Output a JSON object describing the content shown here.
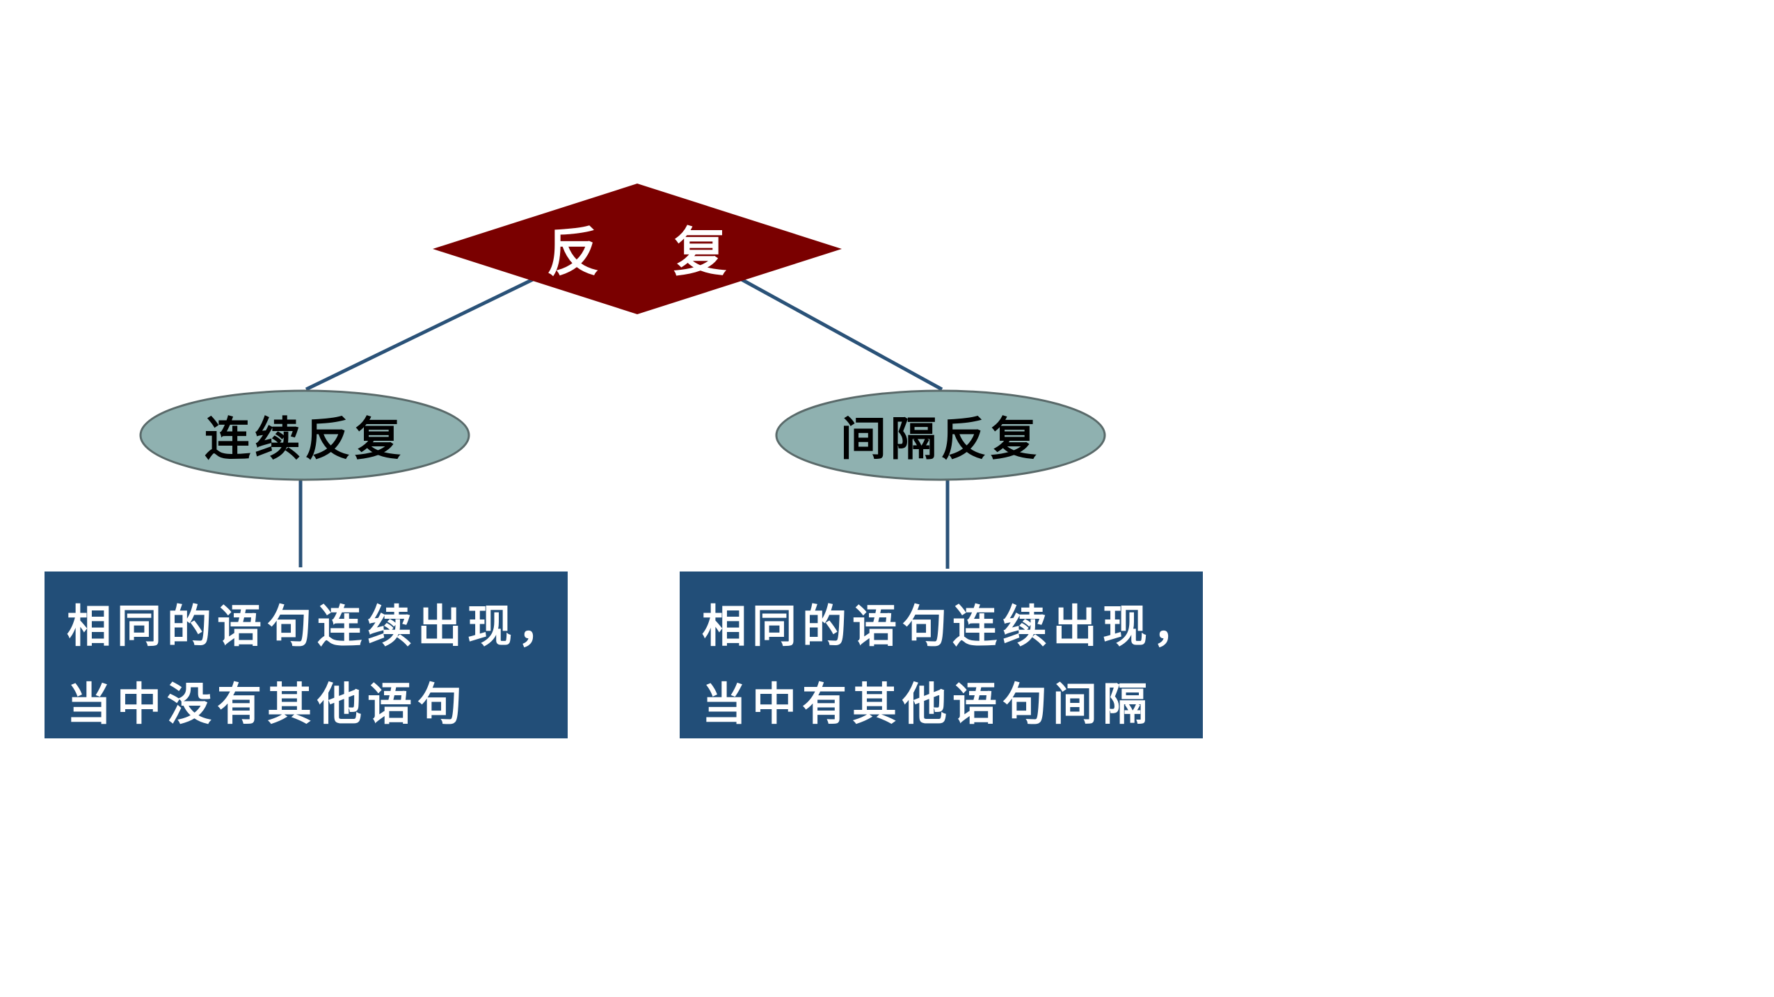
{
  "root": {
    "label": "反 复",
    "color": "#7a0000"
  },
  "branches": [
    {
      "label": "连续反复",
      "description_lines": [
        "相同的语句连续出现，",
        "当中没有其他语句"
      ]
    },
    {
      "label": "间隔反复",
      "description_lines": [
        "相同的语句连续出现，",
        "当中有其他语句间隔"
      ]
    }
  ],
  "colors": {
    "root_fill": "#7a0000",
    "node_fill": "#8fb1b0",
    "node_stroke": "#5a6a6a",
    "connector": "#2a5278",
    "box_fill": "#224e78"
  }
}
